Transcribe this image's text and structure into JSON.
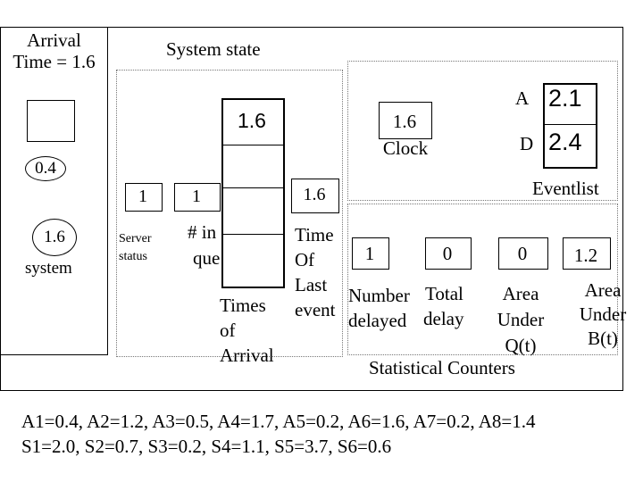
{
  "header": {
    "arrival_line1": "Arrival",
    "arrival_line2": "Time = 1.6"
  },
  "system": {
    "title": "System state",
    "arrival_oval": "0.4",
    "current_oval": "1.6",
    "current_label": "system"
  },
  "server": {
    "status_value": "1",
    "status_label_1": "Server",
    "status_label_2": "status"
  },
  "queue": {
    "count_value": "1",
    "count_label_1": "# in",
    "count_label_2": "que",
    "top_time": "1.6",
    "times_label_1": "Times",
    "times_label_2": "of",
    "times_label_3": "Arrival"
  },
  "last_event": {
    "value": "1.6",
    "label_1": "Time",
    "label_2": "Of",
    "label_3": "Last",
    "label_4": "event"
  },
  "clock": {
    "value": "1.6",
    "label": "Clock"
  },
  "eventlist": {
    "a_label": "A",
    "a_value": "2.1",
    "d_label": "D",
    "d_value": "2.4",
    "title": "Eventlist"
  },
  "counters": {
    "num_delayed_value": "1",
    "num_delayed_label_1": "Number",
    "num_delayed_label_2": "delayed",
    "total_delay_value": "0",
    "total_delay_label_1": "Total",
    "total_delay_label_2": "delay",
    "area_q_value": "0",
    "area_q_label_1": "Area",
    "area_q_label_2": "Under",
    "area_q_label_3": "Q(t)",
    "area_b_value": "1.2",
    "area_b_label_1": "Area",
    "area_b_label_2": "Under",
    "area_b_label_3": "B(t)",
    "title": "Statistical Counters"
  },
  "footer": {
    "line_a": "A1=0.4, A2=1.2, A3=0.5, A4=1.7, A5=0.2, A6=1.6, A7=0.2, A8=1.4",
    "line_s": "S1=2.0, S2=0.7, S3=0.2, S4=1.1, S5=3.7, S6=0.6"
  }
}
